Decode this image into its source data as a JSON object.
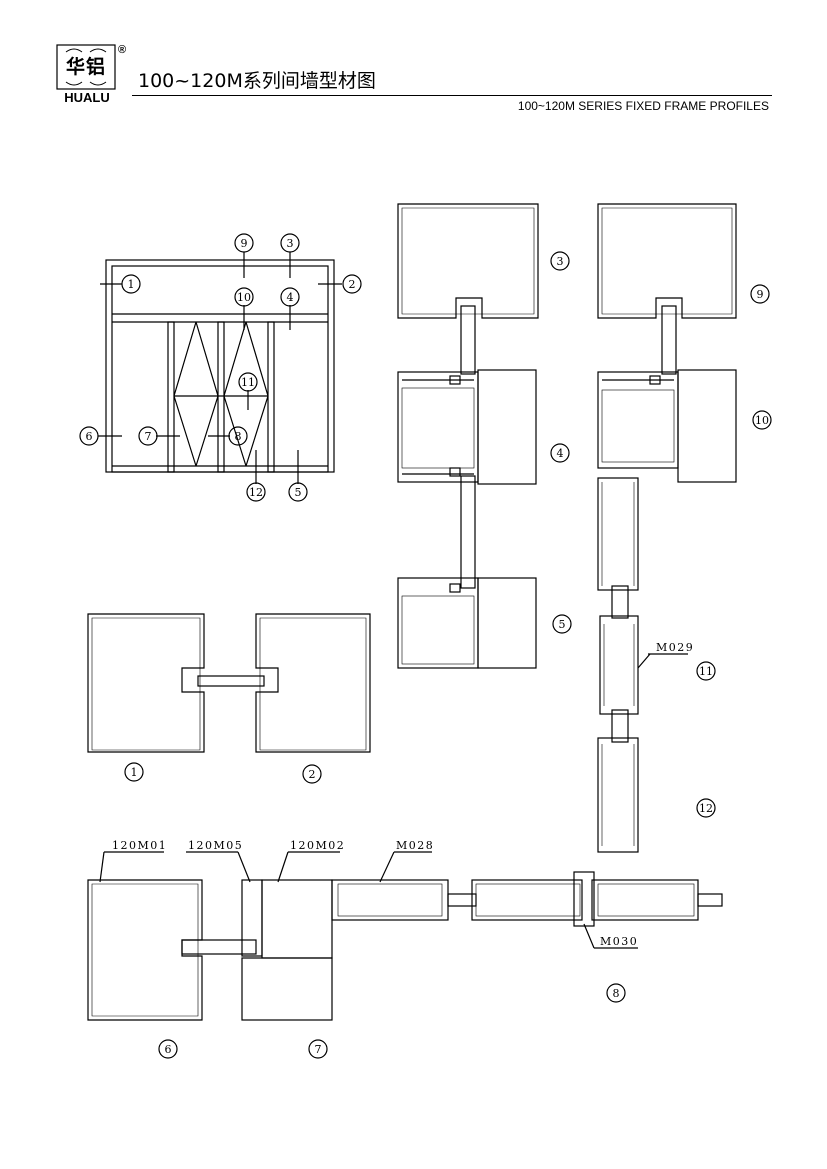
{
  "header": {
    "logo_cn": "华铝",
    "logo_en": "HUALU",
    "registered": "®",
    "title_cn": "100~120M系列间墙型材图",
    "title_en": "100~120M SERIES FIXED FRAME PROFILES"
  },
  "callouts": {
    "elevation": [
      "9",
      "3",
      "1",
      "2",
      "10",
      "4",
      "11",
      "6",
      "7",
      "8",
      "12",
      "5"
    ],
    "section_labels": [
      "3",
      "9",
      "10",
      "4",
      "5",
      "11",
      "12",
      "1",
      "2",
      "6",
      "7",
      "8"
    ]
  },
  "parts": {
    "p1": "120M01",
    "p5": "120M05",
    "p2": "120M02",
    "p28": "M028",
    "p29": "M029",
    "p30": "M030"
  }
}
